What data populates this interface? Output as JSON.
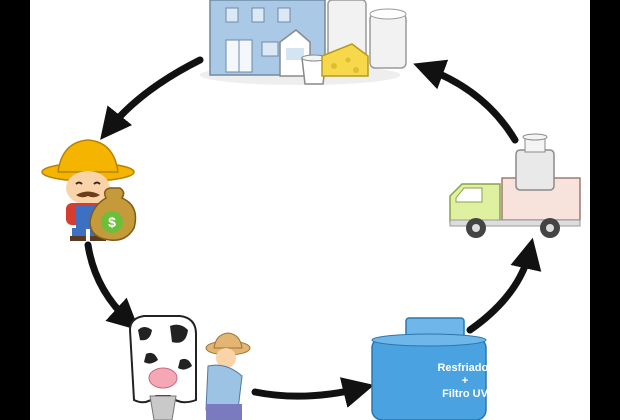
{
  "diagram": {
    "tank": {
      "line1": "Resfriador",
      "line2": "+",
      "line3": "Filtro UV"
    },
    "money_symbol": "$",
    "nodes": [
      {
        "id": "dairy-factory",
        "icon": "factory-icon"
      },
      {
        "id": "farmer-paid",
        "icon": "farmer-icon"
      },
      {
        "id": "milking",
        "icon": "cow-milking-icon"
      },
      {
        "id": "cooling-tank",
        "icon": "milk-tank-icon"
      },
      {
        "id": "transport",
        "icon": "milk-truck-icon"
      }
    ],
    "flow": [
      "dairy-factory",
      "farmer-paid",
      "milking",
      "cooling-tank",
      "transport",
      "dairy-factory"
    ],
    "colors": {
      "arrow": "#111111",
      "factory": "#a9c9e6",
      "hat": "#f5b400",
      "tank": "#4aa3e0",
      "truck_cab": "#dff0a0",
      "truck_box": "#f8e2dc",
      "money_bag": "#c49a3a"
    }
  }
}
